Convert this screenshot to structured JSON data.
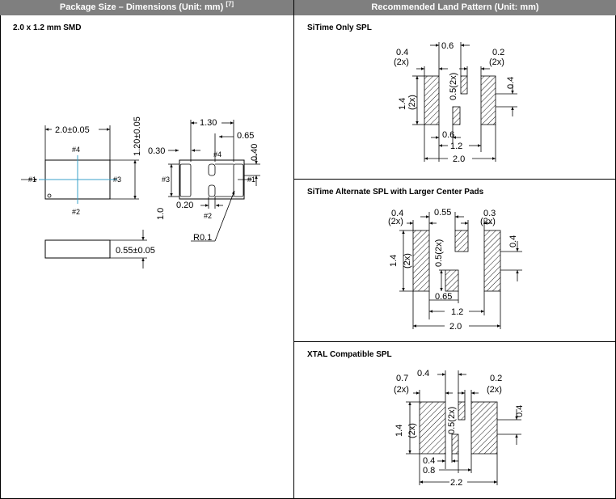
{
  "left": {
    "header": "Package Size – Dimensions (Unit: mm)",
    "header_note": "[7]",
    "title": "2.0 x 1.2 mm SMD",
    "dims": {
      "length": "2.0±0.05",
      "width": "1.20±0.05",
      "height": "0.55±0.05",
      "pad_span": "1.30",
      "pad_gap": "0.65",
      "pad_end_len": "0.30",
      "pad_end_h": "0.40",
      "pad_inner_w": "0.20",
      "inner_h": "1.0",
      "corner_radius": "R0.1"
    },
    "pins": {
      "p1": "#1",
      "p2": "#2",
      "p3": "#3",
      "p4": "#4"
    }
  },
  "right": {
    "header": "Recommended Land Pattern (Unit: mm)",
    "spl1": {
      "title": "SiTime Only SPL",
      "outer_w": "0.4",
      "outer_w_n": "(2x)",
      "gap": "0.6",
      "inner_w": "0.2",
      "inner_w_n": "(2x)",
      "center_h": "0.5(2x)",
      "pad_h": "1.4",
      "pad_h_n": "(2x)",
      "step": "0.4",
      "inner_gap": "0.6",
      "mid_span": "1.2",
      "total": "2.0"
    },
    "spl2": {
      "title": "SiTime Alternate SPL with Larger Center Pads",
      "outer_w": "0.4",
      "outer_w_n": "(2x)",
      "gap": "0.55",
      "inner_w": "0.3",
      "inner_w_n": "(2x)",
      "center_h": "0.5(2x)",
      "pad_h": "1.4",
      "pad_h_n": "(2x)",
      "step": "0.4",
      "inner_gap": "0.65",
      "mid_span": "1.2",
      "total": "2.0"
    },
    "spl3": {
      "title": "XTAL Compatible SPL",
      "outer_w": "0.7",
      "outer_w_n": "(2x)",
      "gap": "0.4",
      "inner_w": "0.2",
      "inner_w_n": "(2x)",
      "center_h": "0.5(2x)",
      "pad_h": "1.4",
      "pad_h_n": "(2x)",
      "step": "0.4",
      "inner_gap": "0.4",
      "mid_span": "0.8",
      "total": "2.2"
    }
  },
  "colors": {
    "header_bg": "#7f7f7f",
    "center_line": "#3aa0c8"
  }
}
